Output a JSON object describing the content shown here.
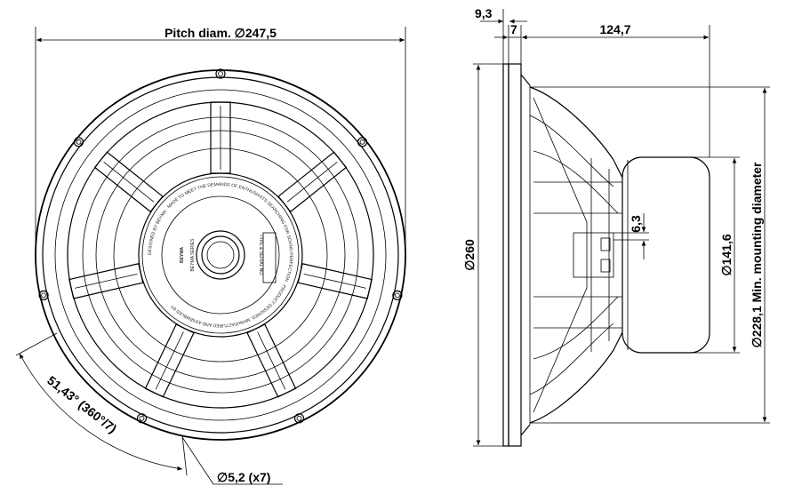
{
  "front_view": {
    "pitch_diameter_label": "Pitch diam.  ∅247,5",
    "angle_label": "51,43° (360°/7)",
    "hole_label": "∅5,2 (x7)",
    "center_label": {
      "outer_text": "DESIGNED BY BEYMA · MADE TO MEET THE DEMANDS OF ENTHUSIASTS SEARCHING FOR SOUND PERFECTION · PRODUCT DESIGNED, MANUFACTURED AND ASSEMBLED BY",
      "brand": "BEYMA",
      "series": "BEYMA SERIES",
      "type_serial": "TYPE & SERIAL NO."
    }
  },
  "side_view": {
    "dim_top_1": "9,3",
    "dim_top_2": "7",
    "dim_depth": "124,7",
    "dim_diameter": "∅260",
    "dim_magnet": "∅141,6",
    "dim_terminal": "6,3",
    "dim_mounting": "∅228,1 Min. mounting diameter"
  }
}
